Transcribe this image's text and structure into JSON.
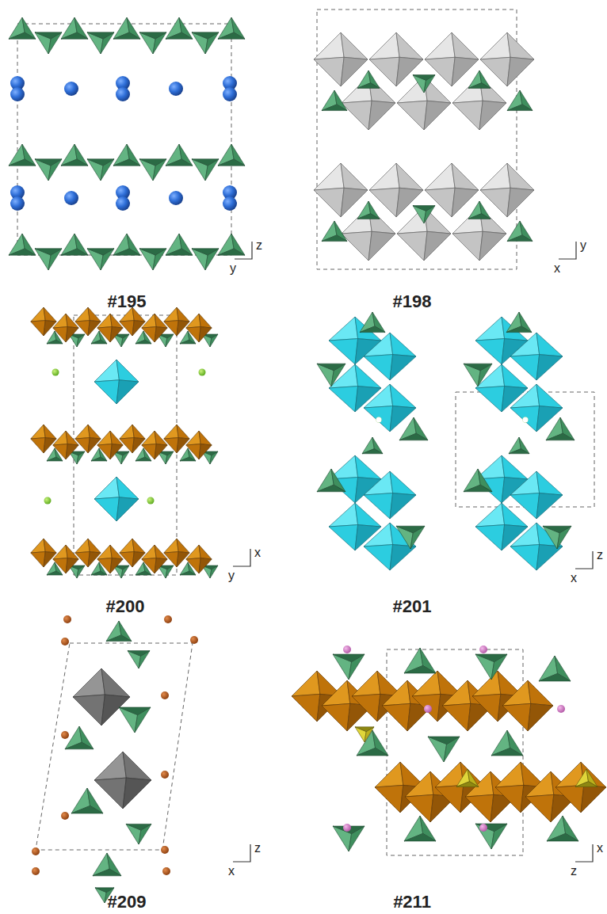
{
  "diagram": {
    "labels": [
      "z",
      "y",
      "#195",
      "y",
      "x",
      "#198",
      "x",
      "y",
      "#200",
      "z",
      "x",
      "#201",
      "z",
      "x",
      "#209",
      "x",
      "z",
      "#211"
    ]
  }
}
